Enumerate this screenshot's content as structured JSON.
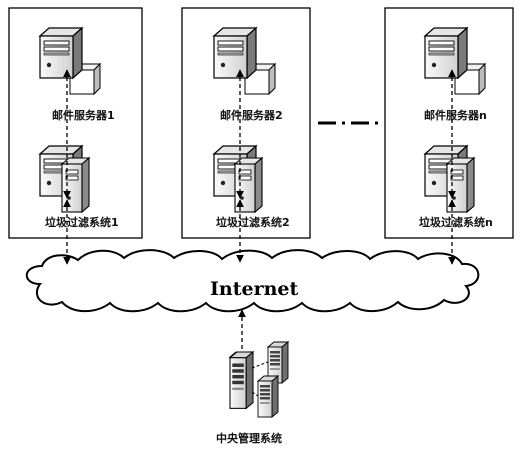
{
  "diagram": {
    "panels": [
      {
        "mail_server": "邮件服务器1",
        "spam_filter": "垃圾过滤系统1"
      },
      {
        "mail_server": "邮件服务器2",
        "spam_filter": "垃圾过滤系统2"
      },
      {
        "mail_server": "邮件服务器n",
        "spam_filter": "垃圾过滤系统n"
      }
    ],
    "network": "Internet",
    "central": "中央管理系统"
  }
}
